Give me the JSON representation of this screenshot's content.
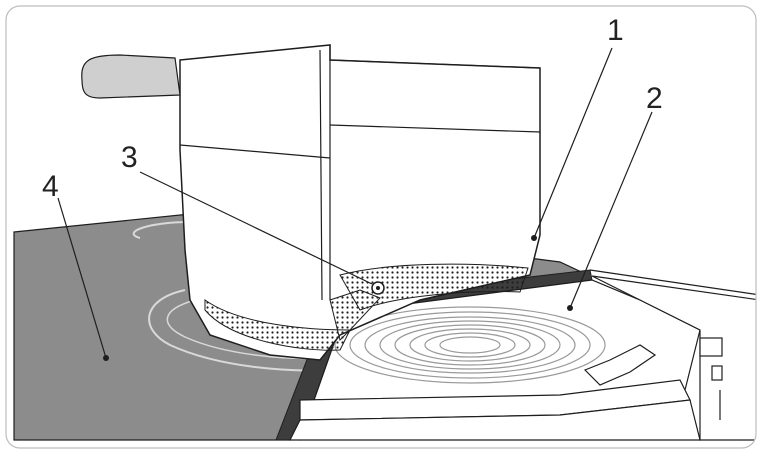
{
  "callouts": [
    {
      "label": "1"
    },
    {
      "label": "2"
    },
    {
      "label": "3"
    },
    {
      "label": "4"
    }
  ],
  "colors": {
    "cooktop_glass": "#8c8c8c",
    "cooktop_edge": "#3d3d3d",
    "outline": "#1e1e1e",
    "pot_fill": "#ffffff",
    "background_frame": "#ffffff"
  }
}
